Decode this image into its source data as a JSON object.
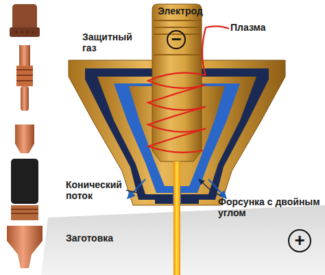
{
  "diagram": {
    "labels": [
      "Электрод",
      "Защитный газ",
      "Плазма",
      "−",
      "Конический поток",
      "Форсунка с двойным углом",
      "Заготовка",
      "+"
    ]
  }
}
